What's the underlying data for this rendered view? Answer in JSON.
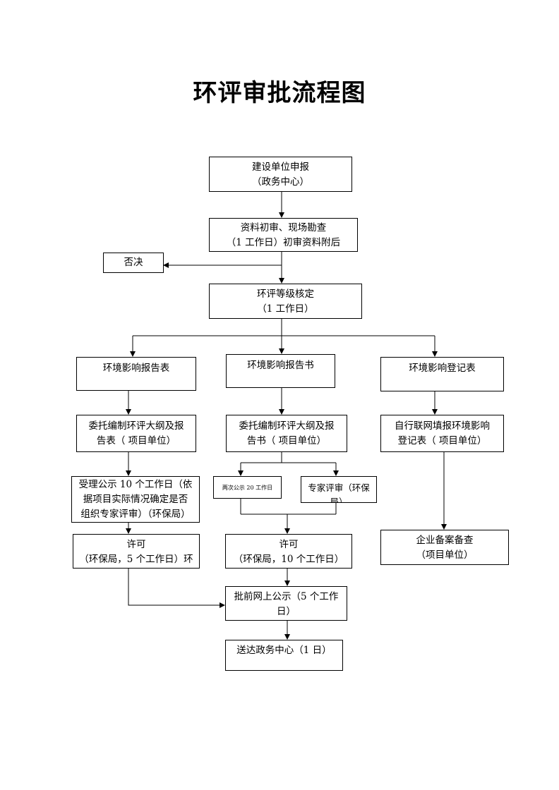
{
  "title": "环评审批流程图",
  "nodes": {
    "apply": {
      "line1": "建设单位申报",
      "line2": "（政务中心）"
    },
    "review": {
      "line1": "资料初审、现场勘查",
      "line2": "（1 工作日）初审资料附后"
    },
    "reject": {
      "line1": "否决"
    },
    "grade": {
      "line1": "环评等级核定",
      "line2": "（1 工作日）"
    },
    "report_table": {
      "line1": "环境影响报告表"
    },
    "report_book": {
      "line1": "环境影响报告书"
    },
    "register_table": {
      "line1": "环境影响登记表"
    },
    "entrust_table": {
      "line1": "委托编制环评大纲及报",
      "line2": "告表（  项目单位）"
    },
    "entrust_book": {
      "line1": "委托编制环评大纲及报",
      "line2": "告书（  项目单位）"
    },
    "self_fill": {
      "line1": "自行联网填报环境影响",
      "line2": "登记表（  项目单位）"
    },
    "publicity10": {
      "line1": "受理公示 10 个工作日（依",
      "line2": "据项目实际情况确定是否",
      "line3": "组织专家评审）（环保局）"
    },
    "publicity20": {
      "line1": "两次公示 20 工作日"
    },
    "expert": {
      "line1": "专家评审（环保",
      "line2": "局）"
    },
    "permit5": {
      "line1": "许可",
      "line2": "（环保局，5 个工作日）环"
    },
    "permit10": {
      "line1": "许可",
      "line2": "（环保局，10 个工作日）"
    },
    "filing": {
      "line1": "企业备案备查",
      "line2": "（项目单位）"
    },
    "pre_publicity": {
      "line1": "批前网上公示（5 个工作",
      "line2": "日）"
    },
    "deliver": {
      "line1": "送达政务中心（1 日）"
    }
  }
}
